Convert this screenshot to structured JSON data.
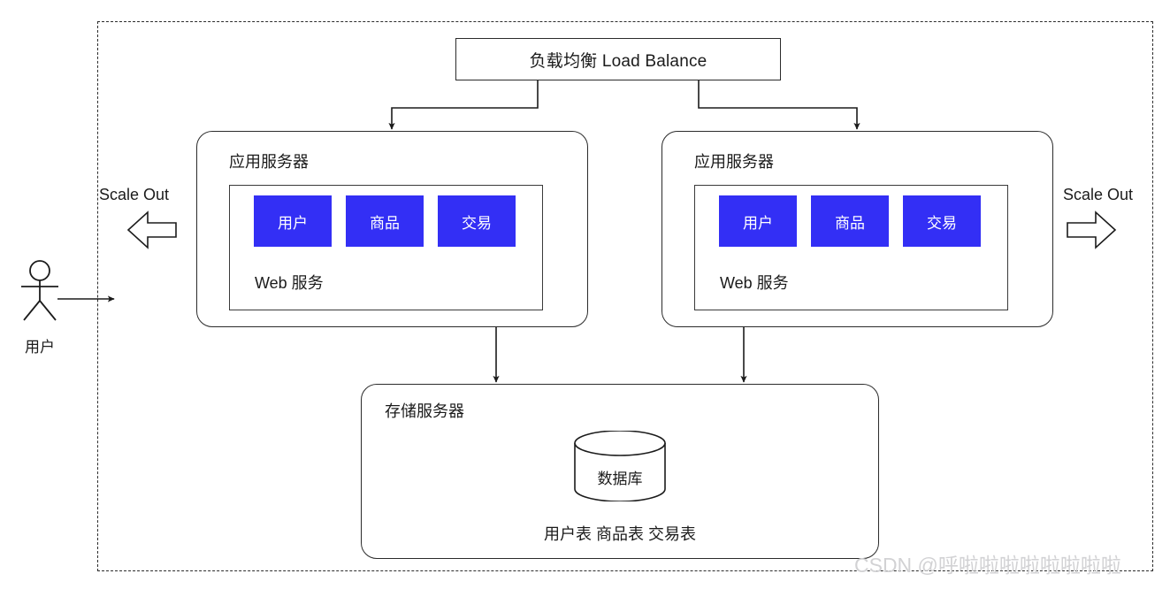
{
  "diagram": {
    "boundary_name": "system-boundary",
    "load_balancer": {
      "label": "负载均衡 Load Balance"
    },
    "app_servers": [
      {
        "title": "应用服务器",
        "web_label": "Web 服务",
        "tiles": [
          {
            "label": "用户"
          },
          {
            "label": "商品"
          },
          {
            "label": "交易"
          }
        ]
      },
      {
        "title": "应用服务器",
        "web_label": "Web 服务",
        "tiles": [
          {
            "label": "用户"
          },
          {
            "label": "商品"
          },
          {
            "label": "交易"
          }
        ]
      }
    ],
    "storage_server": {
      "title": "存储服务器",
      "database_label": "数据库",
      "tables_label": "用户表 商品表 交易表"
    },
    "scale_out": {
      "left_label": "Scale Out",
      "right_label": "Scale Out",
      "left_arrow_icon": "arrow-left-block-icon",
      "right_arrow_icon": "arrow-right-block-icon"
    },
    "actor": {
      "label": "用户",
      "icon": "stick-figure-icon"
    },
    "watermark": "CSDN @呼啦啦啦啦啦啦啦啦",
    "colors": {
      "tile_fill": "#332FF5",
      "stroke": "#2b2b2b",
      "text": "#1b1b1b",
      "watermark": "#d2d2d4"
    }
  }
}
